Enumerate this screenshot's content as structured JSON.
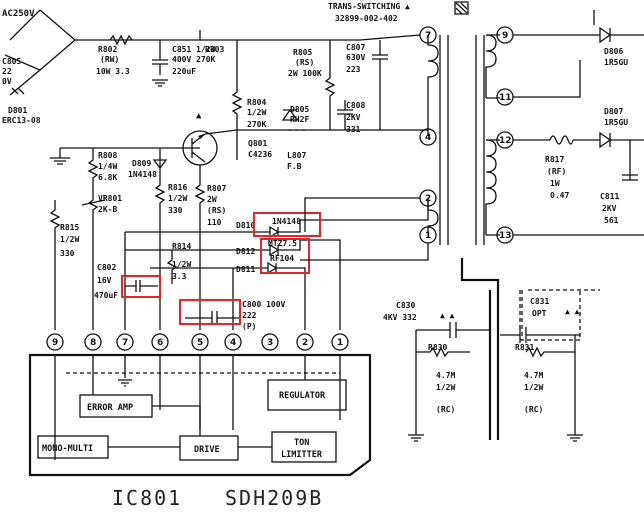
{
  "header": {
    "ac_label": "AC250V",
    "trans_title": "TRANS-SWITCHING",
    "trans_part": "32899-002-402"
  },
  "components": {
    "c805": [
      "C805",
      "22",
      "0V"
    ],
    "d801": [
      "D801",
      "ERC13-08"
    ],
    "r802": [
      "R802",
      "(RW)",
      "10W 3.3"
    ],
    "c851": [
      "C851 1/2W",
      "400V 270K",
      "220uF"
    ],
    "r803": [
      "R803"
    ],
    "r804": [
      "R804",
      "1/2W",
      "270K"
    ],
    "r805": [
      "R805",
      "(RS)",
      "2W 100K"
    ],
    "c807": [
      "C807",
      "630V",
      "223"
    ],
    "d805": [
      "D805",
      "RH2F"
    ],
    "c808": [
      "C808",
      "2KV",
      "331"
    ],
    "q801": [
      "Q801",
      "C4236"
    ],
    "l807": [
      "L807",
      "F.B"
    ],
    "r808": [
      "R808",
      "1/4W",
      "6.8K"
    ],
    "d809": [
      "D809",
      "1N4148"
    ],
    "vr801": [
      "VR801",
      "2K-B"
    ],
    "r816": [
      "R816",
      "1/2W",
      "330"
    ],
    "r807": [
      "R807",
      "2W",
      "(RS)",
      "110"
    ],
    "r815": [
      "R815",
      "1/2W",
      "330"
    ],
    "d810": [
      "D810"
    ],
    "d810_part": "1N4148",
    "d812": [
      "D812"
    ],
    "d812_part": "MTZ7.5",
    "d811": [
      "D811"
    ],
    "d811_part": "RF104",
    "r814": [
      "R814",
      "1/2W",
      "3.3"
    ],
    "c802": [
      "C802",
      "16V",
      "470uF"
    ],
    "c800": [
      "C800 100V",
      "222",
      "(P)"
    ],
    "d806": [
      "D806",
      "1R5GU"
    ],
    "d807": [
      "D807",
      "1R5GU"
    ],
    "r817": [
      "R817",
      "(RF)",
      "1W",
      "0.47"
    ],
    "c811": [
      "C811",
      "2KV",
      "561"
    ],
    "c830": [
      "C830",
      "4KV 332"
    ],
    "c831": [
      "C831",
      "OPT"
    ],
    "r830": [
      "R830",
      "4.7M",
      "1/2W",
      "(RC)"
    ],
    "r831": [
      "R831",
      "4.7M",
      "1/2W",
      "(RC)"
    ]
  },
  "transformer_pins": [
    "7",
    "4",
    "2",
    "1",
    "9",
    "11",
    "12",
    "13"
  ],
  "ic": {
    "label": "IC801",
    "part": "SDH209B",
    "pins": [
      "9",
      "8",
      "7",
      "6",
      "5",
      "4",
      "3",
      "2",
      "1"
    ],
    "blocks": {
      "error_amp": "ERROR AMP",
      "regulator": "REGULATOR",
      "mono_multi": "MONO-MULTI",
      "drive": "DRIVE",
      "ton_limitter_1": "TON",
      "ton_limitter_2": "LIMITTER"
    }
  },
  "colors": {
    "highlight": "#e0252b",
    "ink": "#111111"
  }
}
